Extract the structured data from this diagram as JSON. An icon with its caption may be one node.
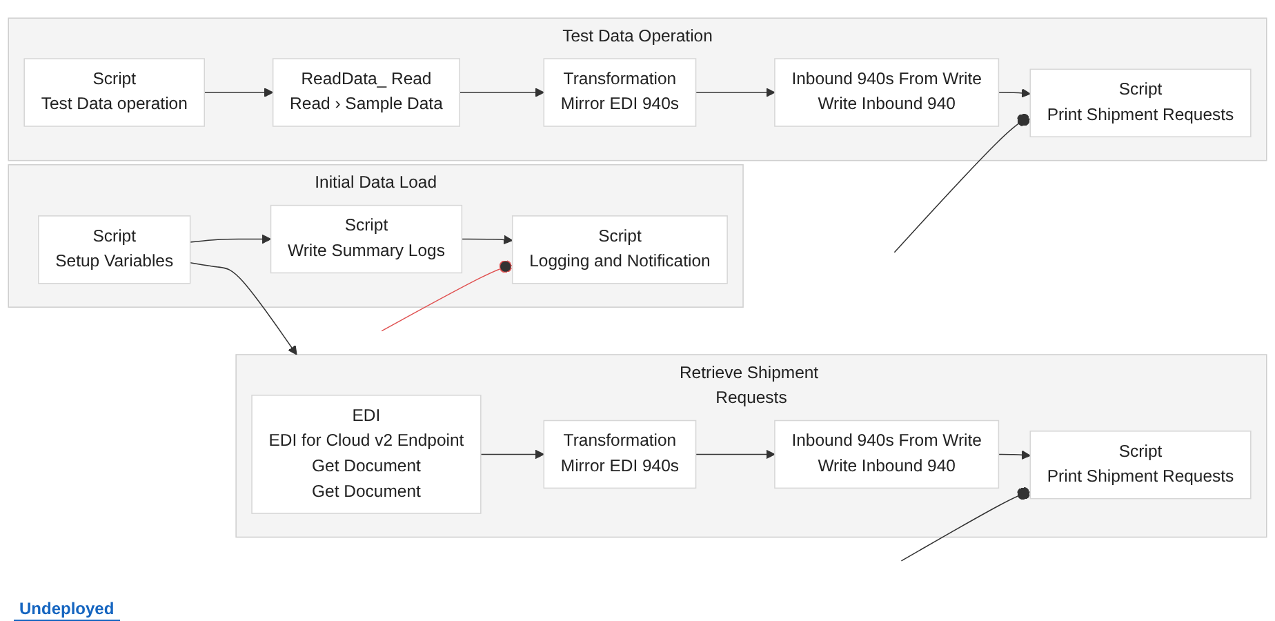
{
  "diagram": {
    "nodes": [
      {
        "text": [
          "Initial Data Load"
        ]
      },
      {
        "text": [
          "Script",
          "Setup Variables"
        ],
        "in": 0
      },
      {
        "text": [
          "Script",
          "Write Summary Logs"
        ],
        "in": 0
      },
      {
        "text": [
          "Script",
          "Logging and Notification"
        ],
        "in": 0
      },
      {
        "text": [
          "Retrieve Shipment Requests"
        ]
      },
      {
        "text": [
          "EDI",
          "EDI for Cloud v2 Endpoint",
          "Get Document",
          "Get Document"
        ],
        "in": 4
      },
      {
        "text": [
          "Transformation",
          "Mirror EDI 940s"
        ],
        "in": 4
      },
      {
        "text": [
          "Inbound 940s From Write",
          "Write Inbound 940"
        ],
        "in": 4
      },
      {
        "text": [
          "Script",
          "Print Shipment Requests"
        ],
        "in": 4
      },
      {
        "text": [
          "Test Data Operation"
        ]
      },
      {
        "text": [
          "Script",
          "Test Data operation"
        ],
        "in": 9
      },
      {
        "text": [
          "ReadData_ Read",
          "Read › Sample Data"
        ],
        "in": 9
      },
      {
        "text": [
          "Transformation",
          "Mirror EDI 940s"
        ],
        "in": 9
      },
      {
        "text": [
          "Inbound 940s From Write",
          "Write Inbound 940"
        ],
        "in": 9
      },
      {
        "text": [
          "Script",
          "Print Shipment Requests"
        ],
        "in": 9
      }
    ],
    "edges": [
      {
        "from": 1,
        "to": 2,
        "arrow": "to"
      },
      {
        "from": 2,
        "to": 3,
        "arrow": "to"
      },
      {
        "from": 3,
        "to": null,
        "arrow": "other",
        "color": "#e05252"
      },
      {
        "from": 1,
        "to": 4,
        "arrow": "to"
      },
      {
        "from": 5,
        "to": 6,
        "arrow": "to"
      },
      {
        "from": 6,
        "to": 7,
        "arrow": "to"
      },
      {
        "from": 7,
        "to": 8,
        "arrow": "to"
      },
      {
        "from": 8,
        "to": null,
        "arrow": "other"
      },
      {
        "from": 10,
        "to": 11,
        "arrow": "to"
      },
      {
        "from": 11,
        "to": 12,
        "arrow": "to"
      },
      {
        "from": 12,
        "to": 13,
        "arrow": "to"
      },
      {
        "from": 13,
        "to": 14,
        "arrow": "to"
      },
      {
        "from": 14,
        "to": null,
        "arrow": "other"
      }
    ],
    "labels": [
      "Undeployed"
    ]
  }
}
